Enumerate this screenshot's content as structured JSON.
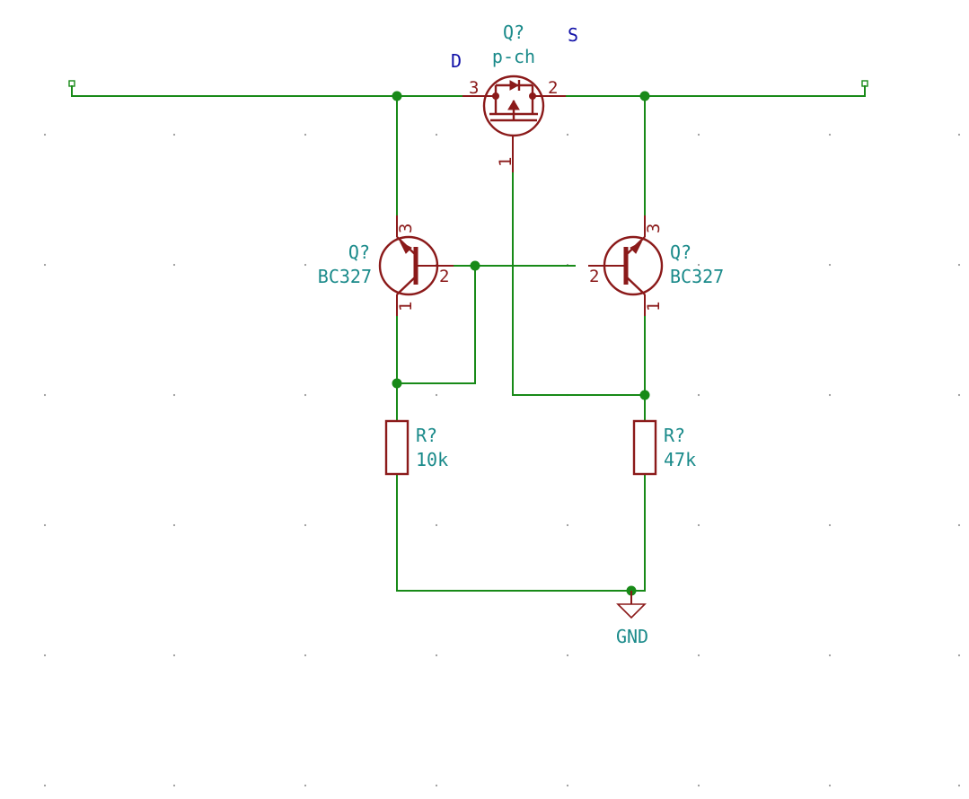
{
  "net_labels": {
    "drain": "D",
    "source": "S"
  },
  "mosfet": {
    "ref": "Q?",
    "value": "p-ch",
    "pins": {
      "drain": "3",
      "source": "2",
      "gate": "1"
    }
  },
  "bjt_left": {
    "ref": "Q?",
    "value": "BC327",
    "pins": {
      "emitter": "3",
      "base": "2",
      "collector": "1"
    }
  },
  "bjt_right": {
    "ref": "Q?",
    "value": "BC327",
    "pins": {
      "emitter": "3",
      "base": "2",
      "collector": "1"
    }
  },
  "resistor_left": {
    "ref": "R?",
    "value": "10k"
  },
  "resistor_right": {
    "ref": "R?",
    "value": "47k"
  },
  "ground": {
    "label": "GND"
  },
  "colors": {
    "wire": "#188a18",
    "symbol": "#8b1a1a",
    "reference": "#1a8a8a",
    "net_label": "#1212a8"
  }
}
